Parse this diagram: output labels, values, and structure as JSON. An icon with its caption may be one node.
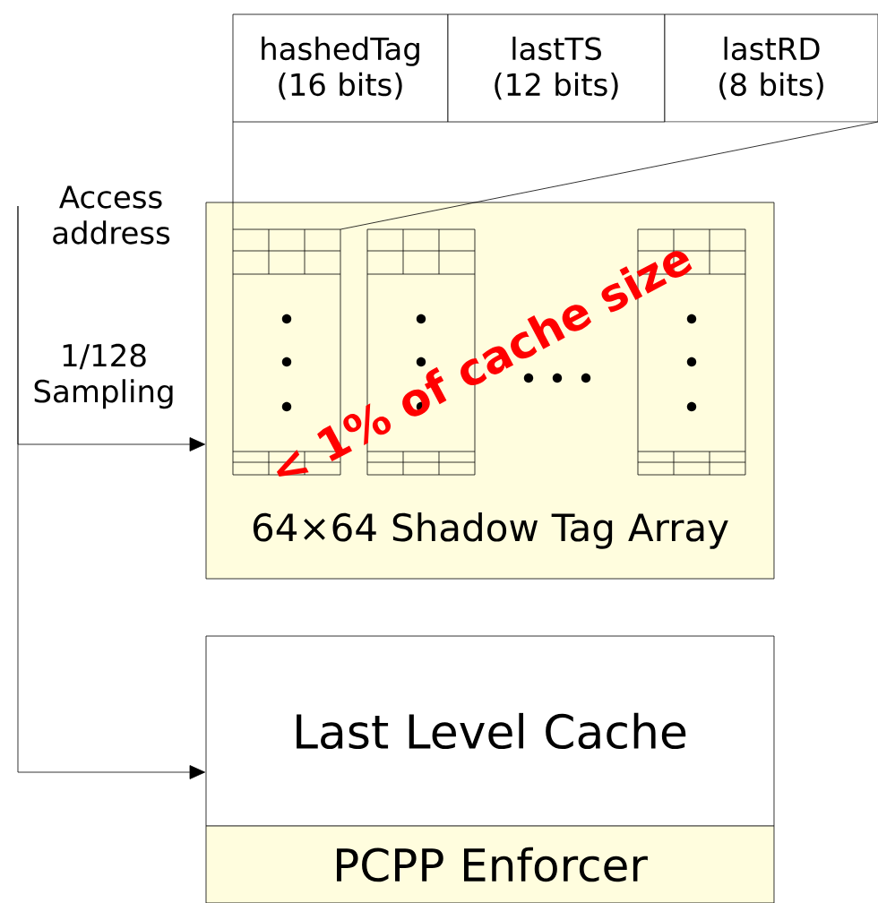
{
  "diagram": {
    "nodes": [
      {
        "text": [
          "hashedTag (16 bits)"
        ]
      },
      {
        "text": [
          "lastTS (12 bits)"
        ]
      },
      {
        "text": [
          "lastRD (8 bits)"
        ]
      },
      {
        "text": [
          "64×64 Shadow Tag Array"
        ]
      },
      {
        "text": [
          "Last Level Cache"
        ]
      },
      {
        "text": [
          "PCPP Enforcer"
        ]
      }
    ],
    "edges": [
      {
        "from": null,
        "to": 3,
        "arrow": "to",
        "label": "1/128 Sampling"
      },
      {
        "from": null,
        "to": 4,
        "arrow": "to"
      }
    ],
    "labels": [
      "Access address",
      "< 1% of cache size"
    ]
  }
}
